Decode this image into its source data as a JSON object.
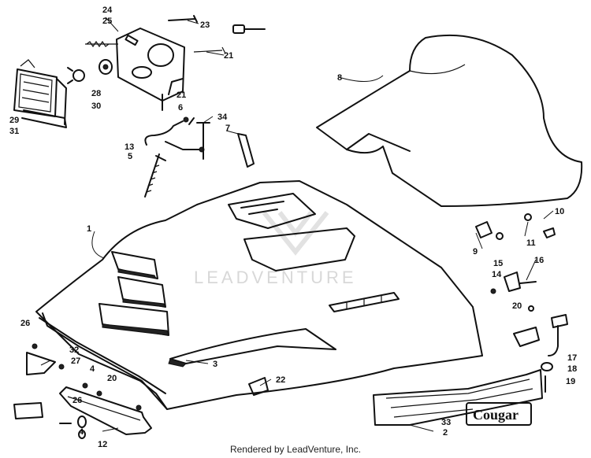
{
  "footer": "Rendered by LeadVenture, Inc.",
  "watermark": "LEADVENTURE",
  "badge_text": "Cougar",
  "callouts": {
    "c1": "1",
    "c2": "2",
    "c3": "3",
    "c4a": "4",
    "c4b": "4",
    "c5": "5",
    "c6": "6",
    "c7": "7",
    "c8": "8",
    "c9": "9",
    "c10": "10",
    "c11": "11",
    "c12": "12",
    "c13": "13",
    "c14": "14",
    "c15": "15",
    "c16": "16",
    "c17": "17",
    "c18": "18",
    "c19": "19",
    "c20a": "20",
    "c20b": "20",
    "c21a": "21",
    "c21b": "21",
    "c22": "22",
    "c23": "23",
    "c24": "24",
    "c25": "25",
    "c26a": "26",
    "c26b": "26",
    "c27": "27",
    "c28": "28",
    "c29": "29",
    "c30": "30",
    "c31": "31",
    "c32": "32",
    "c33": "33",
    "c34": "34"
  }
}
